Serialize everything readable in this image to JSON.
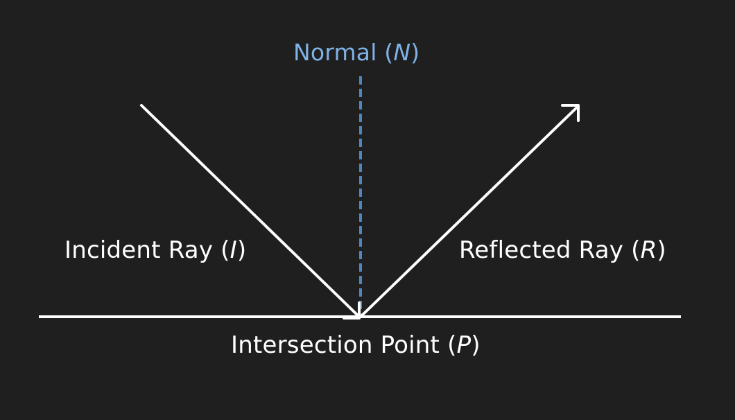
{
  "colors": {
    "background": "#1f1f1f",
    "ray": "#ffffff",
    "normal": "#4f86c0",
    "normal_label": "#7fb2e5"
  },
  "labels": {
    "normal": {
      "text": "Normal (",
      "symbol": "N",
      "close": ")"
    },
    "incident": {
      "text": "Incident Ray (",
      "symbol": "I",
      "close": ")"
    },
    "reflected": {
      "text": "Reflected Ray (",
      "symbol": "R",
      "close": ")"
    },
    "intersection": {
      "text": "Intersection Point (",
      "symbol": "P",
      "close": ")"
    }
  }
}
